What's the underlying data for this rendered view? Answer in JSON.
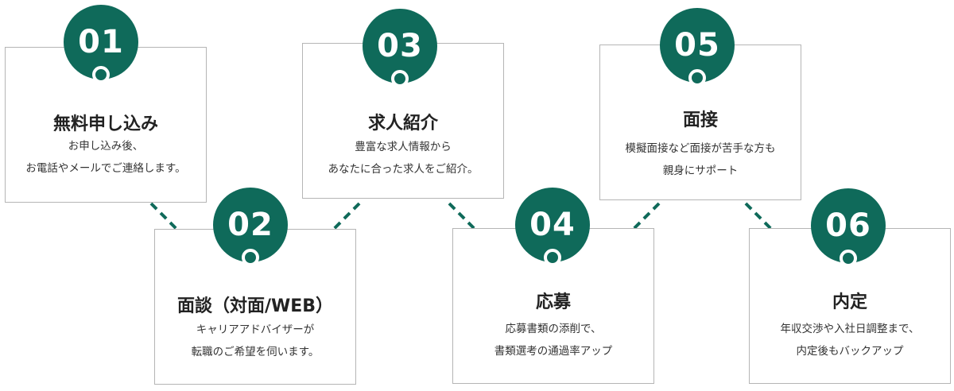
{
  "colors": {
    "accent": "#0f6a5a",
    "border": "#b5b5b5",
    "connector": "#0f6a5a",
    "text": "#222222"
  },
  "steps": [
    {
      "number": "01",
      "title": "無料申し込み",
      "description": [
        "お申し込み後、",
        "お電話やメールでご連絡します。"
      ]
    },
    {
      "number": "02",
      "title": "面談（対面/WEB）",
      "description": [
        "キャリアアドバイザーが",
        "転職のご希望を伺います。"
      ]
    },
    {
      "number": "03",
      "title": "求人紹介",
      "description": [
        "豊富な求人情報から",
        "あなたに合った求人をご紹介。"
      ]
    },
    {
      "number": "04",
      "title": "応募",
      "description": [
        "応募書類の添削で、",
        "書類選考の通過率アップ"
      ]
    },
    {
      "number": "05",
      "title": "面接",
      "description": [
        "模擬面接など面接が苦手な方も",
        "親身にサポート"
      ]
    },
    {
      "number": "06",
      "title": "内定",
      "description": [
        "年収交渉や入社日調整まで、",
        "内定後もバックアップ"
      ]
    }
  ]
}
